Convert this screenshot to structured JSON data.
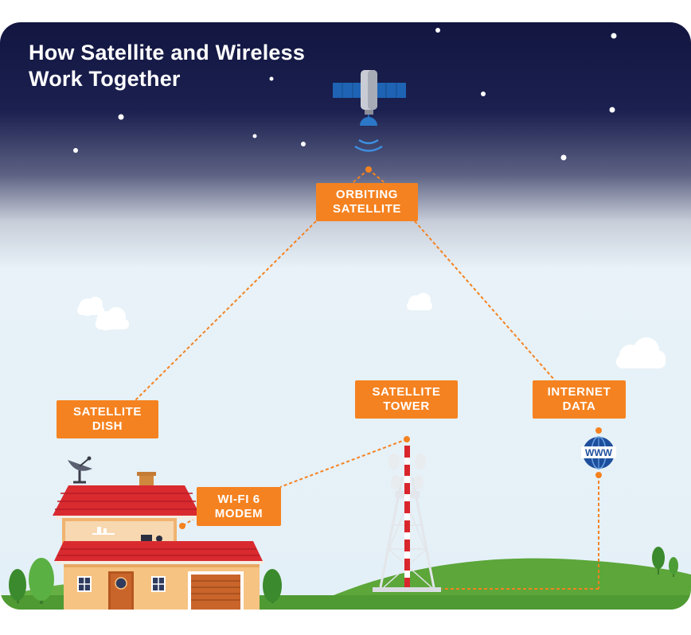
{
  "title_lines": [
    "How Satellite and Wireless",
    "Work Together"
  ],
  "labels": {
    "orbiting_satellite": [
      "ORBITING",
      "SATELLITE"
    ],
    "satellite_dish": [
      "SATELLITE",
      "DISH"
    ],
    "satellite_tower": [
      "SATELLITE",
      "TOWER"
    ],
    "internet_data": [
      "INTERNET",
      "DATA"
    ],
    "wifi_modem": [
      "WI-FI 6",
      "MODEM"
    ]
  },
  "globe_text": "WWW",
  "colors": {
    "accent": "#F58220",
    "night_sky": "#161B45",
    "day_sky": "#E6F1F8",
    "grass": "#5DA83A",
    "roof": "#D9262C",
    "house_wall": "#F6C382",
    "satellite_panel": "#1E64B4"
  }
}
